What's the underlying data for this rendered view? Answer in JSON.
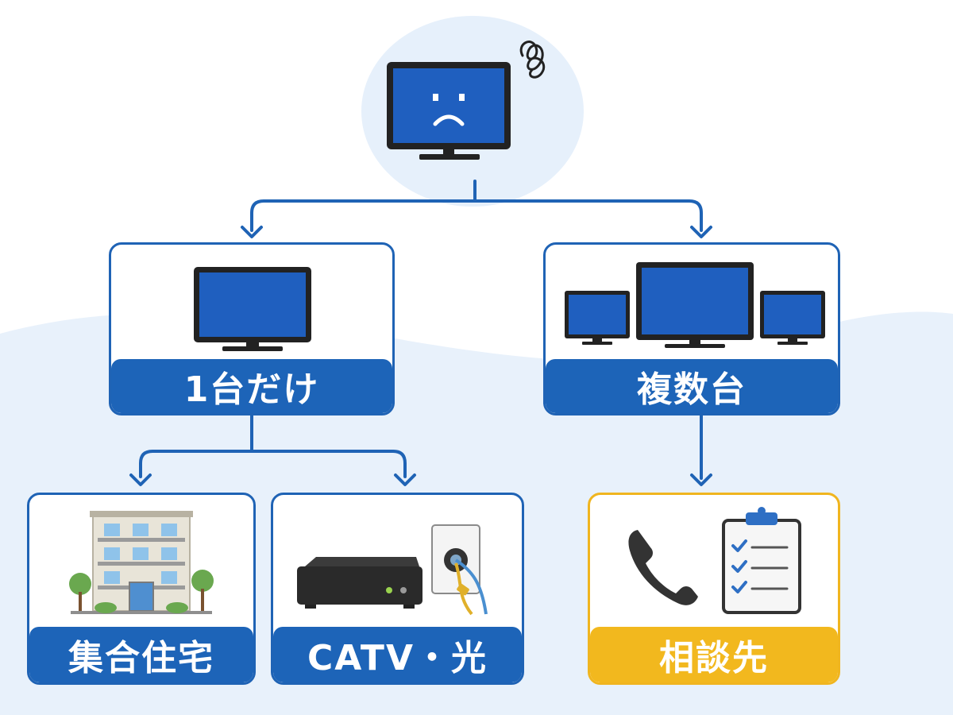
{
  "root": {
    "icon": "sad-tv-icon"
  },
  "branches": {
    "single": {
      "label": "1台だけ",
      "icon": "tv-icon"
    },
    "multiple": {
      "label": "複数台",
      "icon": "multiple-tvs-icon"
    }
  },
  "leaves": {
    "apartment": {
      "label": "集合住宅",
      "icon": "apartment-building-icon"
    },
    "catv": {
      "label": "CATV・光",
      "icon": "set-top-box-icon"
    },
    "consult": {
      "label": "相談先",
      "icon": "phone-clipboard-icon"
    }
  },
  "colors": {
    "primary": "#1d64b8",
    "accent": "#f2b81e",
    "background_tint": "#e6f0fb"
  }
}
